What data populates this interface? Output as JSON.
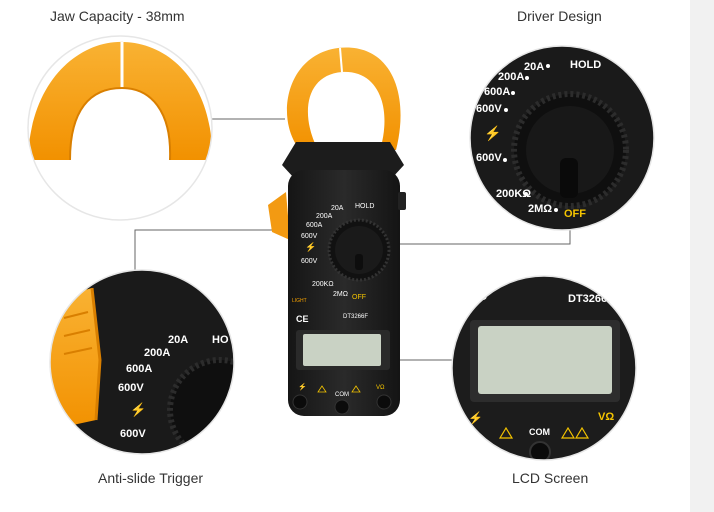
{
  "captions": {
    "jaw": "Jaw Capacity - 38mm",
    "driver": "Driver Design",
    "trigger": "Anti-slide Trigger",
    "lcd": "LCD Screen"
  },
  "meter": {
    "model": "DT3266F",
    "hold": "HOLD",
    "light": "LIGHT",
    "off": "OFF",
    "ranges": [
      "20A",
      "200A",
      "600A",
      "600V",
      "600V",
      "200KΩ",
      "2MΩ"
    ],
    "jacks": [
      "COM",
      "VΩ"
    ],
    "ce": "CE"
  },
  "zoom_driver": {
    "hold": "HOLD",
    "off": "OFF",
    "ranges": [
      "20A",
      "200A",
      "600A",
      "600V",
      "600V",
      "200KΩ",
      "2MΩ"
    ]
  },
  "zoom_trigger": {
    "ranges": [
      "20A",
      "200A",
      "600A",
      "600V",
      "600V"
    ],
    "hold": "HO"
  },
  "zoom_lcd": {
    "model": "DT3266",
    "com": "COM",
    "vo": "VΩ",
    "ce": "C"
  },
  "colors": {
    "body": "#1c1c1c",
    "jaw": "#f7a21b",
    "lcd": "#c9d2c4",
    "leader_line": "#666666",
    "text_white": "#ffffff",
    "accent_yellow": "#f4c400"
  }
}
